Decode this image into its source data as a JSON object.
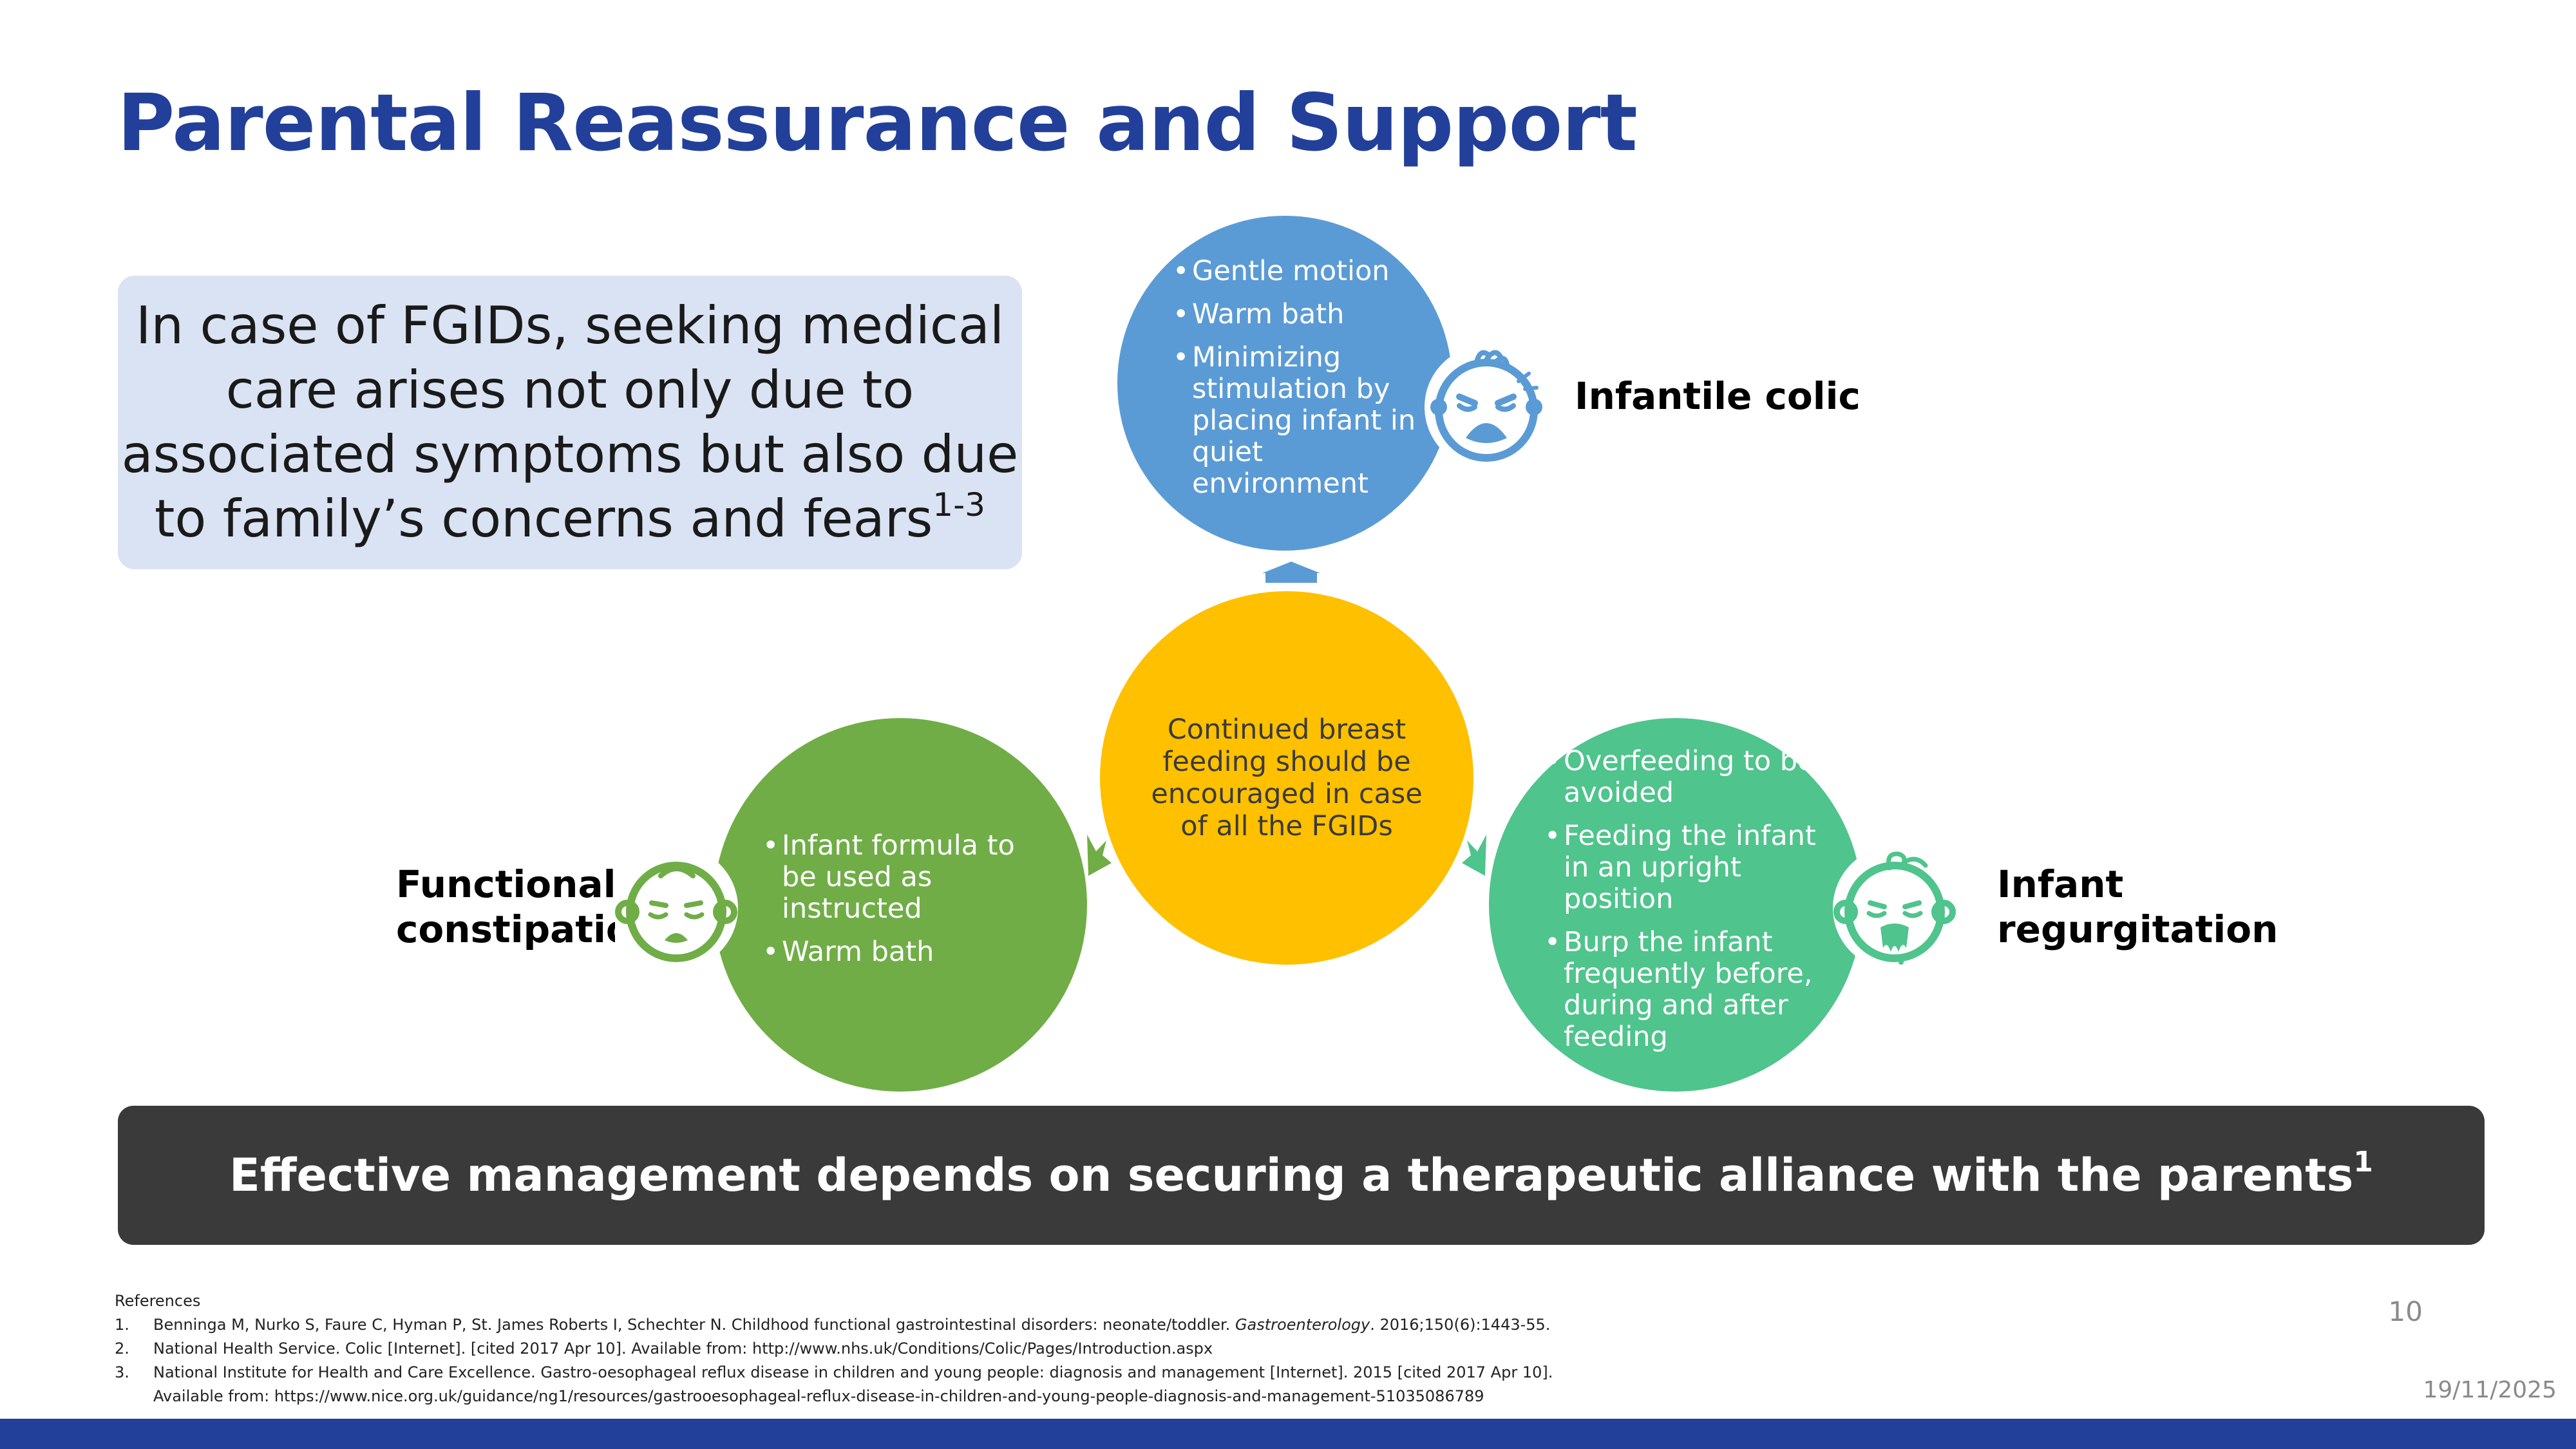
{
  "title": "Parental Reassurance and Support",
  "fgid_box": {
    "text": "In case of FGIDs, seeking medical care arises not only due to associated symptoms but also due to family’s concerns and fears",
    "superscript": "1-3"
  },
  "center_circle": {
    "text": "Continued breast feeding should be encouraged in case of all the FGIDs"
  },
  "infantile_colic": {
    "label": "Infantile colic",
    "icon": "crying-baby-icon",
    "color": "#5B9BD5",
    "items": [
      "Gentle motion",
      "Warm bath",
      "Minimizing stimulation by placing infant in quiet environment"
    ]
  },
  "functional_constipation": {
    "label_line1": "Functional",
    "label_line2": "constipation",
    "icon": "uncomfortable-baby-icon",
    "color": "#70AD47",
    "items": [
      "Infant formula to be used as instructed",
      "Warm bath"
    ]
  },
  "infant_regurgitation": {
    "label_line1": "Infant",
    "label_line2": "regurgitation",
    "icon": "spitting-up-baby-icon",
    "color": "#4FC48C",
    "items": [
      "Overfeeding to be avoided",
      "Feeding the infant in an upright position",
      "Burp the infant frequently before, during and after feeding"
    ]
  },
  "banner": {
    "text": "Effective management depends on securing a therapeutic alliance with the parents",
    "superscript": "1"
  },
  "references": {
    "title": "References",
    "items": [
      {
        "num": "1.",
        "text_before": "Benninga M, Nurko S, Faure C, Hyman P, St. James Roberts I, Schechter N. Childhood functional gastrointestinal disorders: neonate/toddler. ",
        "journal": "Gastroenterology",
        "text_after": ". 2016;150(6):1443-55."
      },
      {
        "num": "2.",
        "text": "National Health Service. Colic [Internet]. [cited 2017 Apr 10]. Available from: http://www.nhs.uk/Conditions/Colic/Pages/Introduction.aspx"
      },
      {
        "num": "3.",
        "text": "National Institute for Health and Care Excellence. Gastro-oesophageal reflux disease in children and young people: diagnosis and management [Internet]. 2015 [cited 2017 Apr 10].",
        "text_line2": "Available from: https://www.nice.org.uk/guidance/ng1/resources/gastrooesophageal-reflux-disease-in-children-and-young-people-diagnosis-and-management-51035086789"
      }
    ]
  },
  "page_number": "10",
  "date": "19/11/2025",
  "colors": {
    "title": "#22409A",
    "center": "#FFC000",
    "banner": "#3A3A3A",
    "box": "#DAE3F3"
  }
}
